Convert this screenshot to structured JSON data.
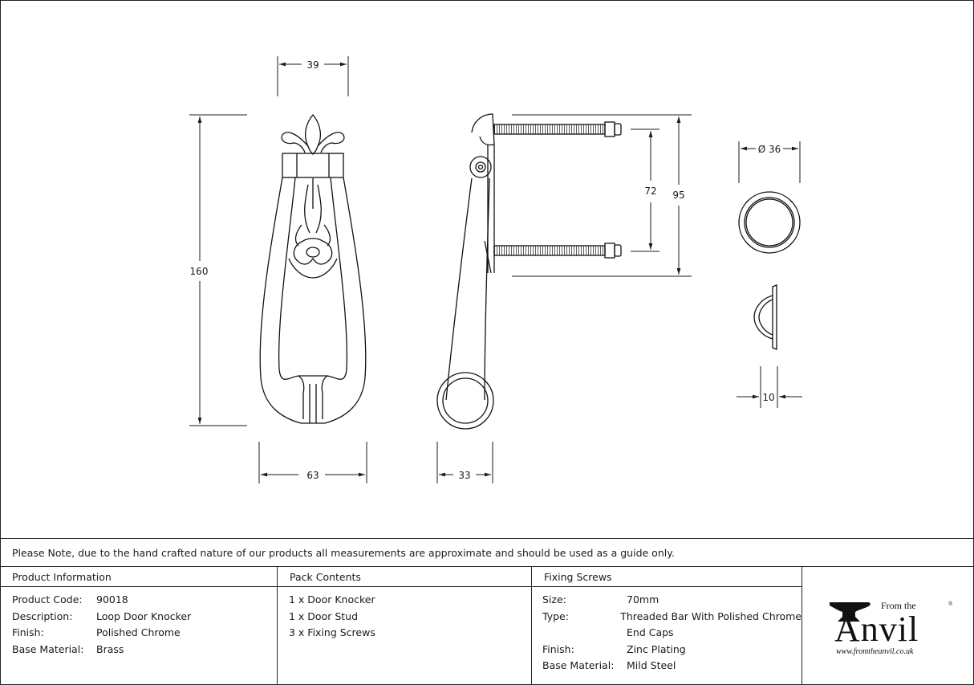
{
  "dimensions": {
    "front_top_width": "39",
    "front_height": "160",
    "front_bottom_width": "63",
    "side_depth": "33",
    "side_screw_spacing": "72",
    "side_total_height": "95",
    "endcap_diameter": "Ø 36",
    "endcap_depth": "10"
  },
  "note": "Please Note, due to the hand crafted nature of our products all measurements are approximate and should be used as a guide only.",
  "product_info": {
    "header": "Product Information",
    "rows": [
      {
        "key": "Product Code:",
        "value": "90018"
      },
      {
        "key": "Description:",
        "value": "Loop Door Knocker"
      },
      {
        "key": "Finish:",
        "value": "Polished Chrome"
      },
      {
        "key": "Base Material:",
        "value": "Brass"
      }
    ]
  },
  "pack_contents": {
    "header": "Pack Contents",
    "items": [
      "1 x Door Knocker",
      "1 x Door Stud",
      "3 x Fixing Screws"
    ]
  },
  "fixing_screws": {
    "header": "Fixing Screws",
    "rows": [
      {
        "key": "Size:",
        "value": "70mm"
      },
      {
        "key": "Type:",
        "value": "Threaded Bar With Polished Chrome"
      },
      {
        "key": "",
        "value": "End Caps"
      },
      {
        "key": "Finish:",
        "value": "Zinc Plating"
      },
      {
        "key": "Base Material:",
        "value": "Mild Steel"
      }
    ]
  },
  "logo": {
    "from_the": "From the",
    "registered": "®",
    "brand": "Anvil",
    "url": "www.fromtheanvil.co.uk"
  }
}
